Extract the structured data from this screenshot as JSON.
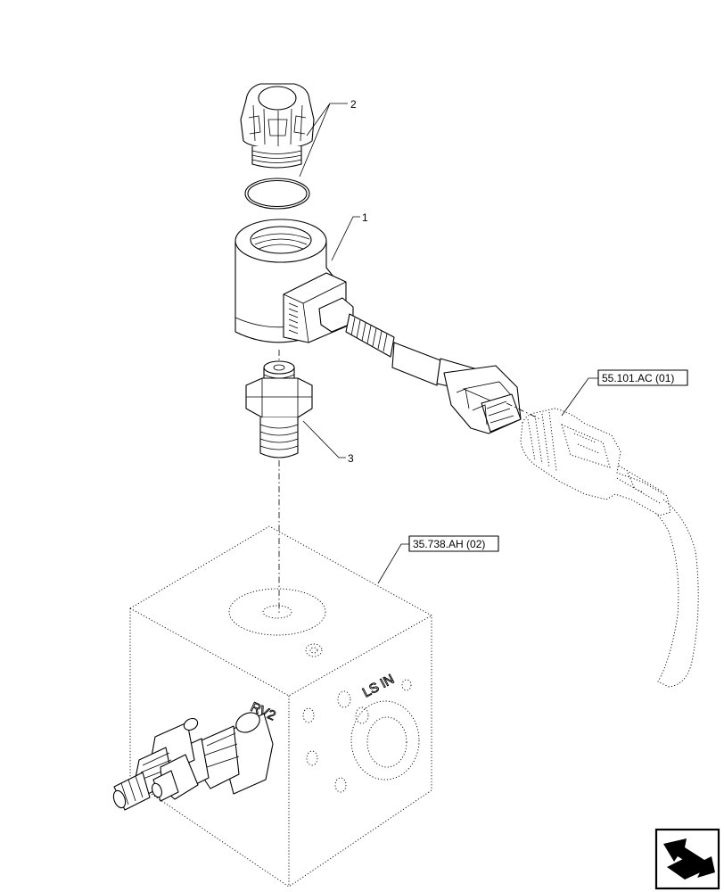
{
  "callouts": {
    "item_1": "1",
    "item_2": "2",
    "item_3": "3"
  },
  "references": {
    "connector_ref": "55.101.AC (01)",
    "manifold_ref": "35.738.AH (02)"
  },
  "block_markings": {
    "port_ls_in": "LS IN",
    "port_rv2": "RV2"
  },
  "nav_icon": "next-page-arrow-icon"
}
